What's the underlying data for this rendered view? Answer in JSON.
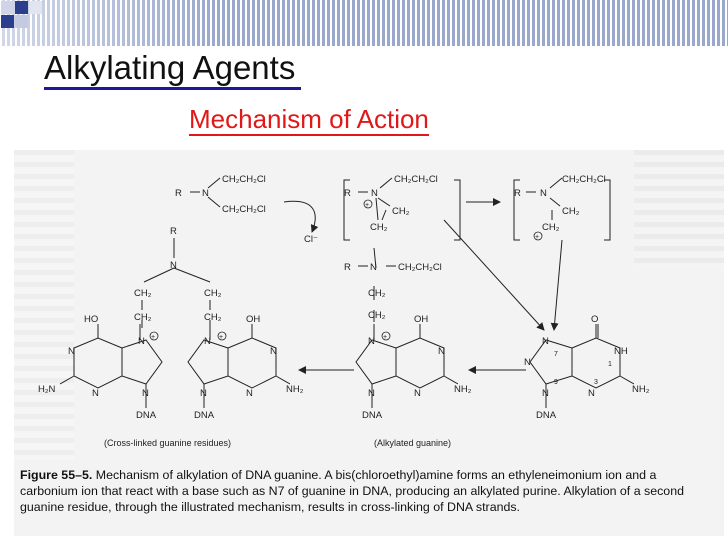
{
  "slide": {
    "title": "Alkylating Agents",
    "subtitle": "Mechanism of Action",
    "accent": "#1a1a9a",
    "subtitle_color": "#e01818"
  },
  "diagram": {
    "R": "R",
    "N": "N",
    "ch2ch2cl": "CH₂CH₂Cl",
    "ch2": "CH₂",
    "cl_ion": "Cl⁻",
    "plus": "+",
    "ho": "HO",
    "oh": "OH",
    "o": "O",
    "nh": "NH",
    "nh2": "NH₂",
    "h2n": "H₂N",
    "dna": "DNA",
    "pos7": "7",
    "pos1": "1",
    "pos9": "9",
    "pos3": "3",
    "label_crosslinked": "(Cross-linked guanine residues)",
    "label_alkylated": "(Alkylated guanine)"
  },
  "caption": {
    "figure_label": "Figure 55–5.",
    "text": "Mechanism of alkylation of DNA guanine. A bis(chloroethyl)amine forms an ethyleneimonium ion and a carbonium ion that react with a base such as N7 of guanine in DNA, producing an alkylated purine. Alkylation of a second guanine residue, through the illustrated mechanism, results in cross-linking of DNA strands."
  }
}
